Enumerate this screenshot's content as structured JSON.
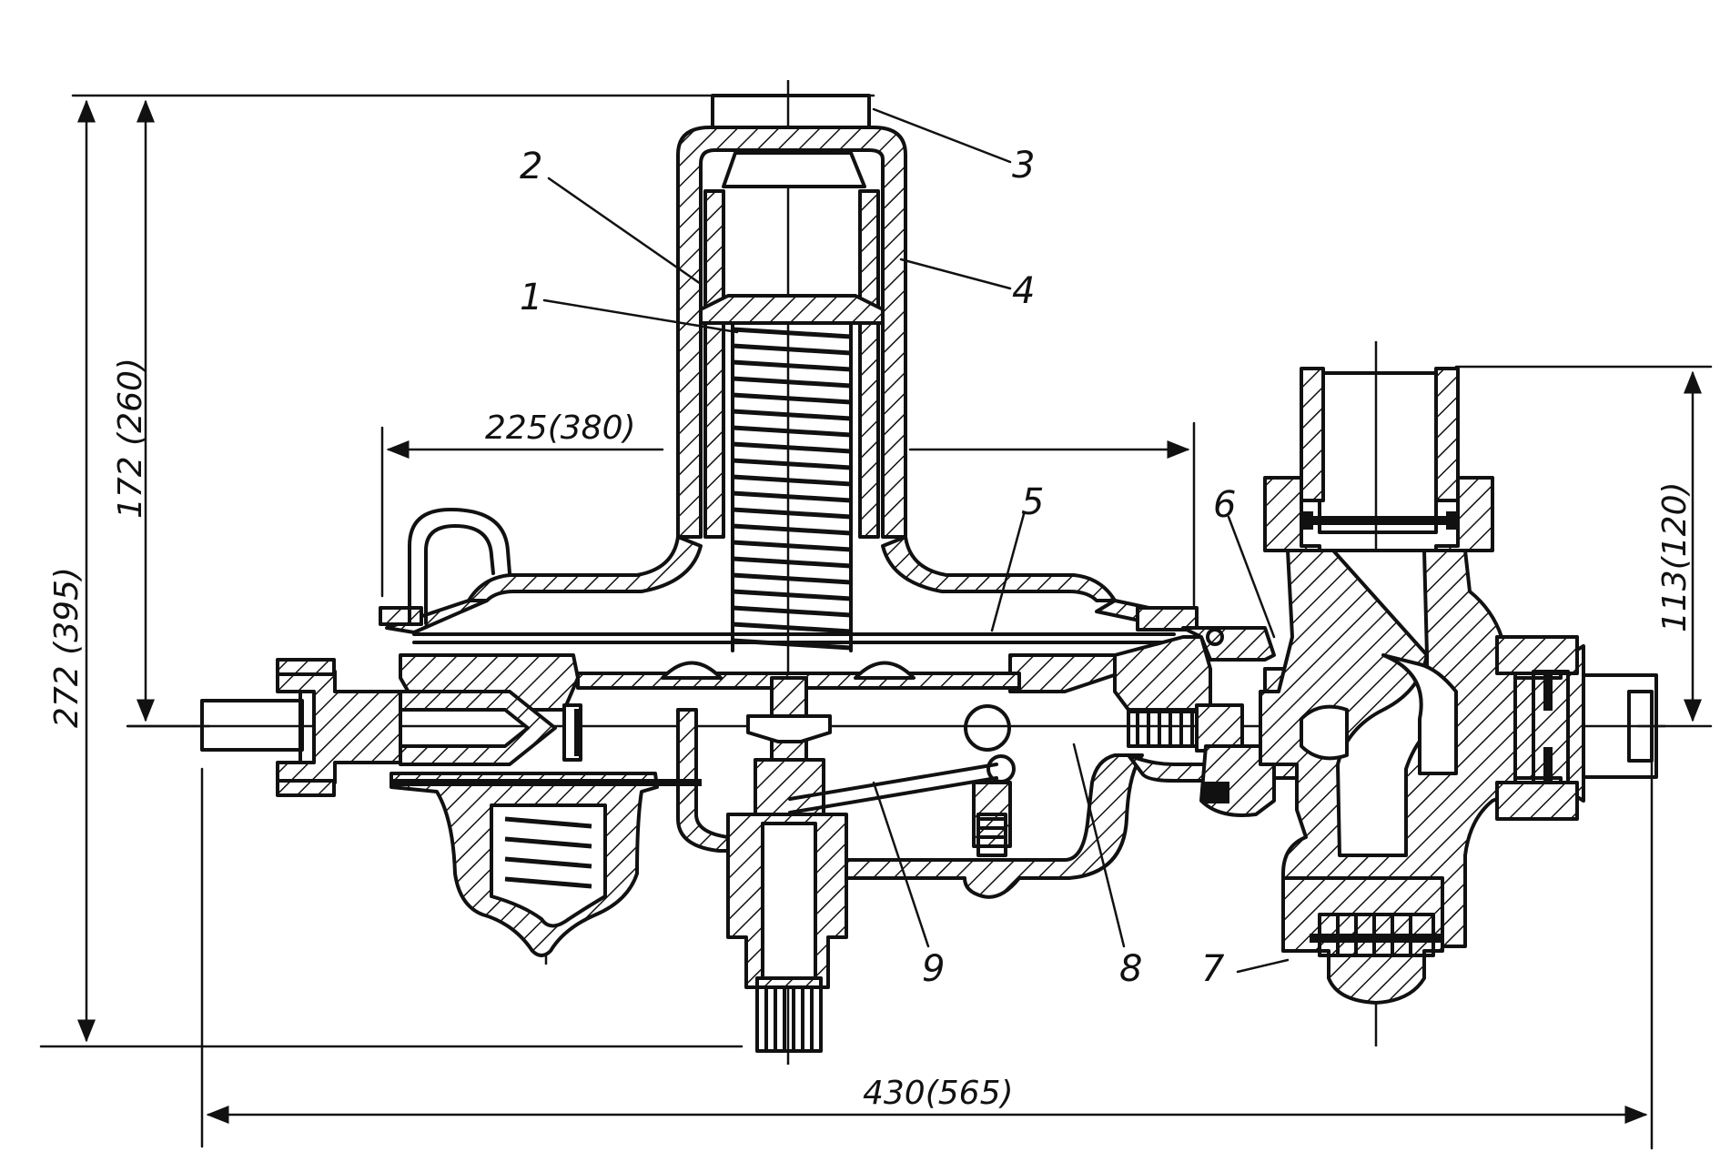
{
  "callouts": {
    "p1": "1",
    "p2": "2",
    "p3": "3",
    "p4": "4",
    "p5": "5",
    "p6": "6",
    "p7": "7",
    "p8": "8",
    "p9": "9"
  },
  "dimensions": {
    "total_height": "272 (395)",
    "top_height": "172 (260)",
    "chamber_width": "225(380)",
    "right_height": "113(120)",
    "overall_width": "430(565)"
  }
}
